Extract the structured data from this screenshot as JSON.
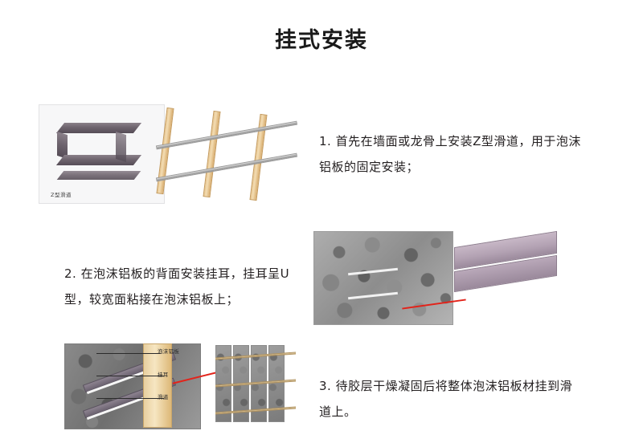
{
  "title": "挂式安装",
  "steps": [
    {
      "id": "step1",
      "text": "1. 首先在墙面或龙骨上安装Z型滑道，用于泡沫铝板的固定安装；"
    },
    {
      "id": "step2",
      "text": "2. 在泡沫铝板的背面安装挂耳，挂耳呈U型，较宽面粘接在泡沫铝板上；"
    },
    {
      "id": "step3",
      "text": "3. 待胶层干燥凝固后将整体泡沫铝板材挂到滑道上。"
    }
  ],
  "figures": {
    "z_profile": {
      "caption": "Z型滑道"
    },
    "detail_labels": {
      "foam_panel": "泡沫铝板",
      "hanging_ear": "挂耳",
      "slide_rail": "滑道"
    }
  },
  "colors": {
    "title": "#1a1a1a",
    "body_text": "#231f20",
    "accent_red": "#e2231a",
    "panel_purple": "#b3a2b3",
    "wood": "#e6c48d",
    "metal_gray": "#8e8e8e",
    "background": "#ffffff"
  }
}
